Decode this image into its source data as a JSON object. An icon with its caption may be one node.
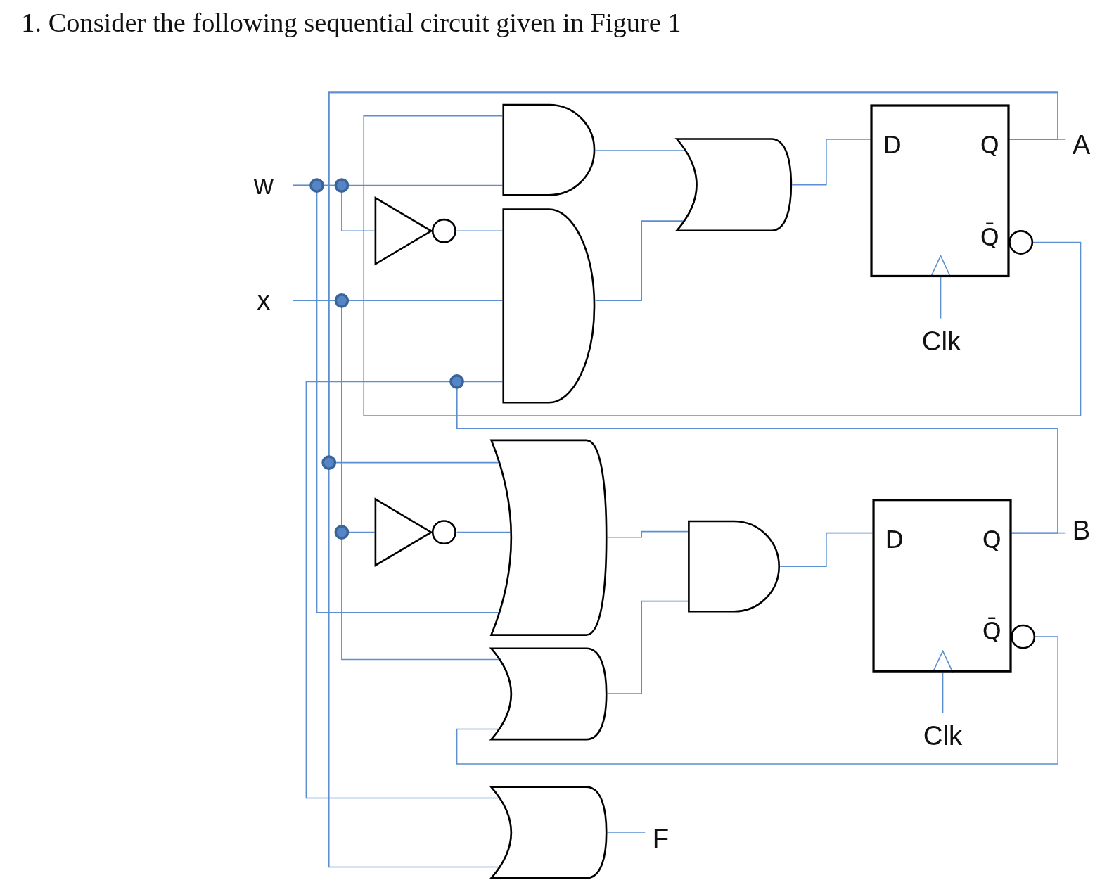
{
  "diagram": {
    "title": "1. Consider the following sequential circuit given in Figure 1",
    "nodes": [
      {
        "text": [
          "w"
        ]
      },
      {
        "text": [
          "x"
        ]
      },
      {
        "text": [],
        "shape": "and"
      },
      {
        "text": [],
        "shape": "not"
      },
      {
        "text": [],
        "shape": "and"
      },
      {
        "text": [],
        "shape": "or"
      },
      {
        "text": [
          "D",
          "Q",
          "Q̄"
        ]
      },
      {
        "text": [
          "A"
        ]
      },
      {
        "text": [
          "Clk"
        ]
      },
      {
        "text": [],
        "shape": "or"
      },
      {
        "text": [],
        "shape": "not"
      },
      {
        "text": [],
        "shape": "and"
      },
      {
        "text": [
          "D",
          "Q",
          "Q̄"
        ]
      },
      {
        "text": [
          "B"
        ]
      },
      {
        "text": [],
        "shape": "or"
      },
      {
        "text": [
          "Clk"
        ]
      },
      {
        "text": [],
        "shape": "or"
      },
      {
        "text": [
          "F"
        ]
      }
    ],
    "edges": [
      {
        "from": 0,
        "to": 2,
        "arrow": "none"
      },
      {
        "from": 0,
        "to": 3,
        "arrow": "none"
      },
      {
        "from": 0,
        "to": 9,
        "arrow": "none"
      },
      {
        "from": 1,
        "to": 4,
        "arrow": "none"
      },
      {
        "from": 1,
        "to": 10,
        "arrow": "none"
      },
      {
        "from": 1,
        "to": 14,
        "arrow": "none"
      },
      {
        "from": 2,
        "to": 5,
        "arrow": "none"
      },
      {
        "from": 3,
        "to": 4,
        "arrow": "none"
      },
      {
        "from": 4,
        "to": 5,
        "arrow": "none"
      },
      {
        "from": 5,
        "to": 6,
        "arrow": "none"
      },
      {
        "from": 6,
        "to": 7,
        "arrow": "none"
      },
      {
        "from": 6,
        "to": 2,
        "arrow": "none"
      },
      {
        "from": 6,
        "to": 9,
        "arrow": "none"
      },
      {
        "from": 6,
        "to": 16,
        "arrow": "none"
      },
      {
        "from": 8,
        "to": 6,
        "arrow": "to"
      },
      {
        "from": 9,
        "to": 11,
        "arrow": "none"
      },
      {
        "from": 10,
        "to": 9,
        "arrow": "none"
      },
      {
        "from": 14,
        "to": 11,
        "arrow": "none"
      },
      {
        "from": 11,
        "to": 12,
        "arrow": "none"
      },
      {
        "from": 12,
        "to": 13,
        "arrow": "none"
      },
      {
        "from": 12,
        "to": 4,
        "arrow": "none"
      },
      {
        "from": 12,
        "to": 16,
        "arrow": "none"
      },
      {
        "from": 12,
        "to": 14,
        "arrow": "none"
      },
      {
        "from": 15,
        "to": 12,
        "arrow": "to"
      },
      {
        "from": 16,
        "to": 17,
        "arrow": "none"
      }
    ]
  }
}
